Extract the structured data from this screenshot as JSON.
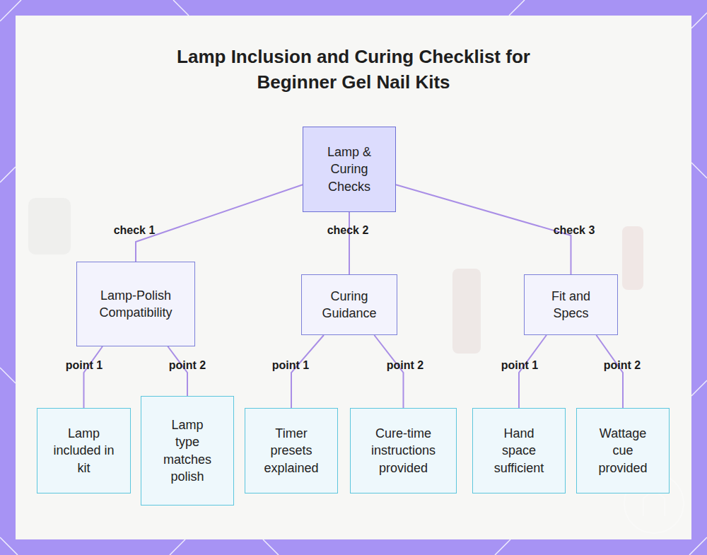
{
  "diagram": {
    "title": "Lamp Inclusion and Curing Checklist for Beginner Gel Nail Kits",
    "nodes": [
      {
        "text": [
          "Lamp & Curing Checks"
        ]
      },
      {
        "text": [
          "Lamp-Polish Compatibility"
        ]
      },
      {
        "text": [
          "Curing Guidance"
        ]
      },
      {
        "text": [
          "Fit and Specs"
        ]
      },
      {
        "text": [
          "Lamp included in kit"
        ]
      },
      {
        "text": [
          "Lamp type matches polish"
        ]
      },
      {
        "text": [
          "Timer presets explained"
        ]
      },
      {
        "text": [
          "Cure-time instructions provided"
        ]
      },
      {
        "text": [
          "Hand space sufficient"
        ]
      },
      {
        "text": [
          "Wattage cue provided"
        ]
      }
    ],
    "edges": [
      {
        "from": 0,
        "to": 1,
        "label": "check 1",
        "arrow": "none"
      },
      {
        "from": 0,
        "to": 2,
        "label": "check 2",
        "arrow": "none"
      },
      {
        "from": 0,
        "to": 3,
        "label": "check 3",
        "arrow": "none"
      },
      {
        "from": 1,
        "to": 4,
        "label": "point 1",
        "arrow": "none"
      },
      {
        "from": 1,
        "to": 5,
        "label": "point 2",
        "arrow": "none"
      },
      {
        "from": 2,
        "to": 6,
        "label": "point 1",
        "arrow": "none"
      },
      {
        "from": 2,
        "to": 7,
        "label": "point 2",
        "arrow": "none"
      },
      {
        "from": 3,
        "to": 8,
        "label": "point 1",
        "arrow": "none"
      },
      {
        "from": 3,
        "to": 9,
        "label": "point 2",
        "arrow": "none"
      }
    ]
  }
}
